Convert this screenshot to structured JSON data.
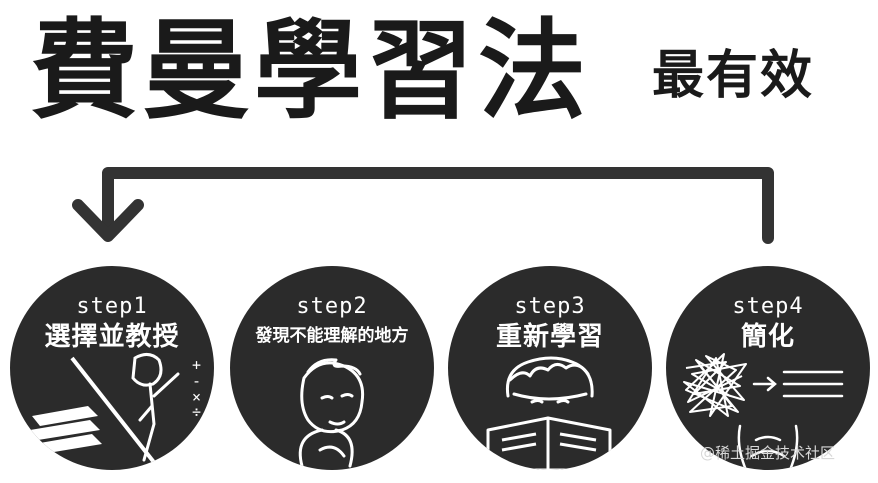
{
  "title": {
    "main": "費曼學習法",
    "sub": "最有效"
  },
  "steps": [
    {
      "number": "step1",
      "name": "選擇並教授",
      "illustration": "teacher-pointing-icon",
      "symbols": "+\n-\n×\n÷"
    },
    {
      "number": "step2",
      "name": "發現不能理解的地方",
      "illustration": "thinking-person-icon"
    },
    {
      "number": "step3",
      "name": "重新學習",
      "illustration": "reading-person-icon"
    },
    {
      "number": "step4",
      "name": "簡化",
      "illustration": "tangle-to-lines-icon"
    }
  ],
  "watermark": "@稀土掘金技术社区",
  "colors": {
    "circle": "#2b2b2b",
    "text": "#1a1a1a",
    "arrow": "#333333"
  }
}
